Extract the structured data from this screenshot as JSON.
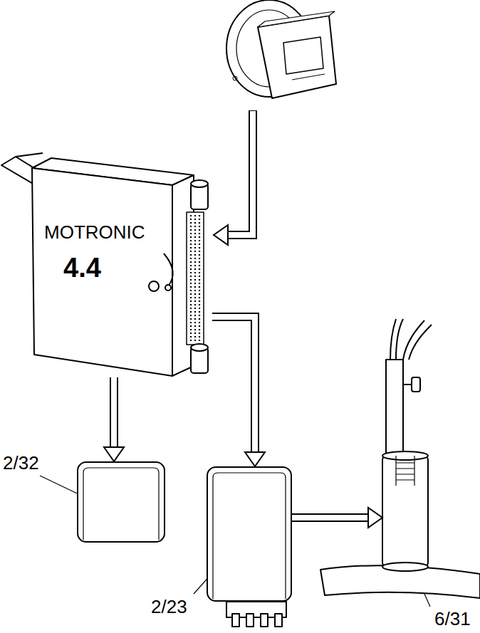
{
  "diagram": {
    "nodes": [
      {
        "text": [
          "MOTRONIC",
          "4.4"
        ]
      },
      {
        "text": [
          "2/32"
        ]
      },
      {
        "text": [
          "2/23"
        ]
      },
      {
        "text": [
          "6/31"
        ]
      }
    ],
    "edges": [
      {
        "from": 0,
        "to": 1,
        "arrow": "to"
      },
      {
        "from": 0,
        "to": 2,
        "arrow": "to"
      },
      {
        "from": 2,
        "to": 3,
        "arrow": "to"
      }
    ]
  }
}
